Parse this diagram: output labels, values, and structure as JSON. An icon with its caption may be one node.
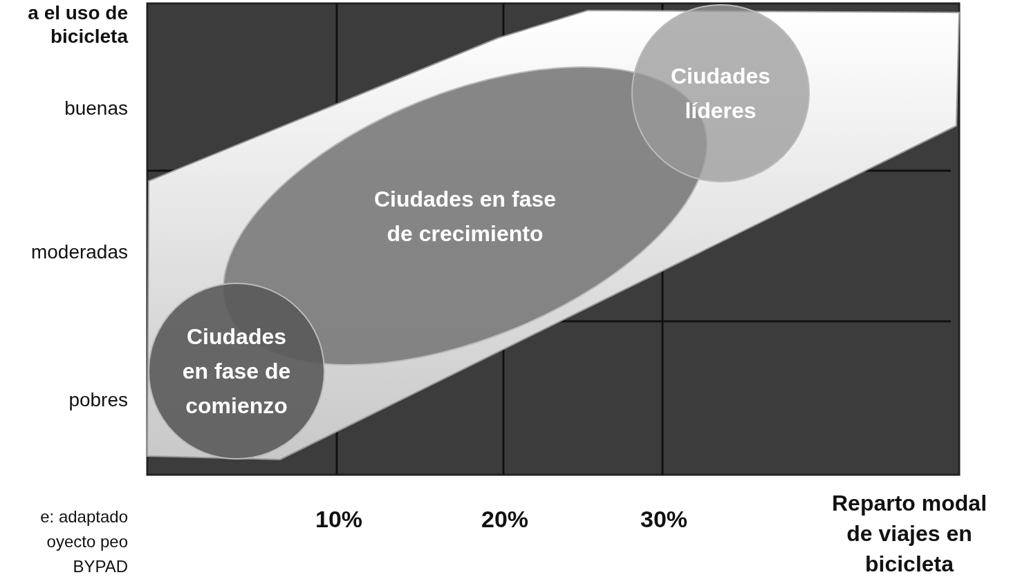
{
  "diagram": {
    "nodes": [
      {
        "text": [
          "Ciudades líderes"
        ]
      },
      {
        "text": [
          "Ciudades en fase de crecimiento"
        ]
      },
      {
        "text": [
          "Ciudades en fase de comienzo"
        ]
      }
    ],
    "labels": [
      "a el uso de bicicleta",
      "buenas",
      "moderadas",
      "pobres",
      "e: adaptado oyecto peo BYPAD",
      "10%",
      "20%",
      "30%",
      "Reparto modal de viajes en bicicleta"
    ]
  }
}
